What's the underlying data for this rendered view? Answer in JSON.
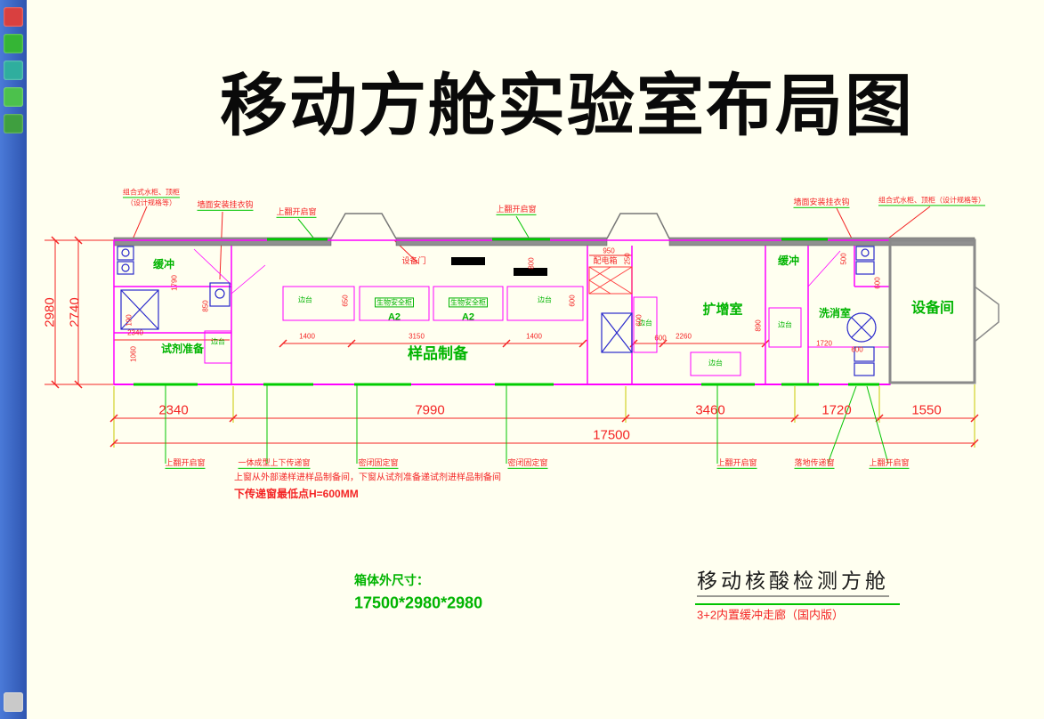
{
  "title": "移动方舱实验室布局图",
  "colors": {
    "background": "#FFFFF0",
    "wall_magenta": "#FF00FF",
    "annotation_red": "#F42424",
    "label_green": "#00B400",
    "toolbar_blue": "#3D6BCC"
  },
  "toolbar": {
    "icons": [
      "red-app-icon",
      "green-app-icon",
      "teal-app-icon",
      "green-app-icon",
      "green-app-icon",
      "gray-app-icon"
    ]
  },
  "annotations_top": [
    "组合式水柜、顶柜",
    "（设计规格等）",
    "墙面安装挂衣钩",
    "上翻开启窗",
    "上翻开启窗",
    "墙面安装挂衣钩",
    "组合式水柜、顶柜（设计规格等）"
  ],
  "rooms": {
    "buffer_left": "缓冲",
    "reagent_prep": "试剂准备",
    "sample_prep": "样品制备",
    "amplification": "扩增室",
    "washing": "洗消室",
    "buffer_right": "缓冲",
    "equipment_room": "设备间"
  },
  "fixtures": {
    "bench": "边台",
    "biosafety_cabinet": "生物安全柜",
    "biosafety_model": "A2",
    "equipment_door": "设备门",
    "power_box": "配电箱"
  },
  "dimensions": {
    "height_outer": "2980",
    "height_inner": "2740",
    "bottom_segments": [
      "2340",
      "7990",
      "3460",
      "1720",
      "1550"
    ],
    "total_length": "17500",
    "internal": [
      "1790",
      "850",
      "190",
      "2340",
      "1060",
      "650",
      "600",
      "1400",
      "3150",
      "1400",
      "800",
      "950",
      "250",
      "600",
      "600",
      "2260",
      "890",
      "500",
      "1720",
      "600",
      "600"
    ]
  },
  "window_labels": [
    "上翻开启窗",
    "一体成型上下传递窗",
    "密闭固定窗",
    "密闭固定窗",
    "上翻开启窗",
    "落地传递窗",
    "上翻开启窗"
  ],
  "notes": [
    "上窗从外部递样进样品制备间，下窗从试剂准备递试剂进样品制备间",
    "下传递窗最低点H=600MM"
  ],
  "box_size": {
    "label": "箱体外尺寸：",
    "value": "17500*2980*2980"
  },
  "footer": {
    "product_name": "移动核酸检测方舱",
    "variant": "3+2内置缓冲走廊（国内版）"
  }
}
